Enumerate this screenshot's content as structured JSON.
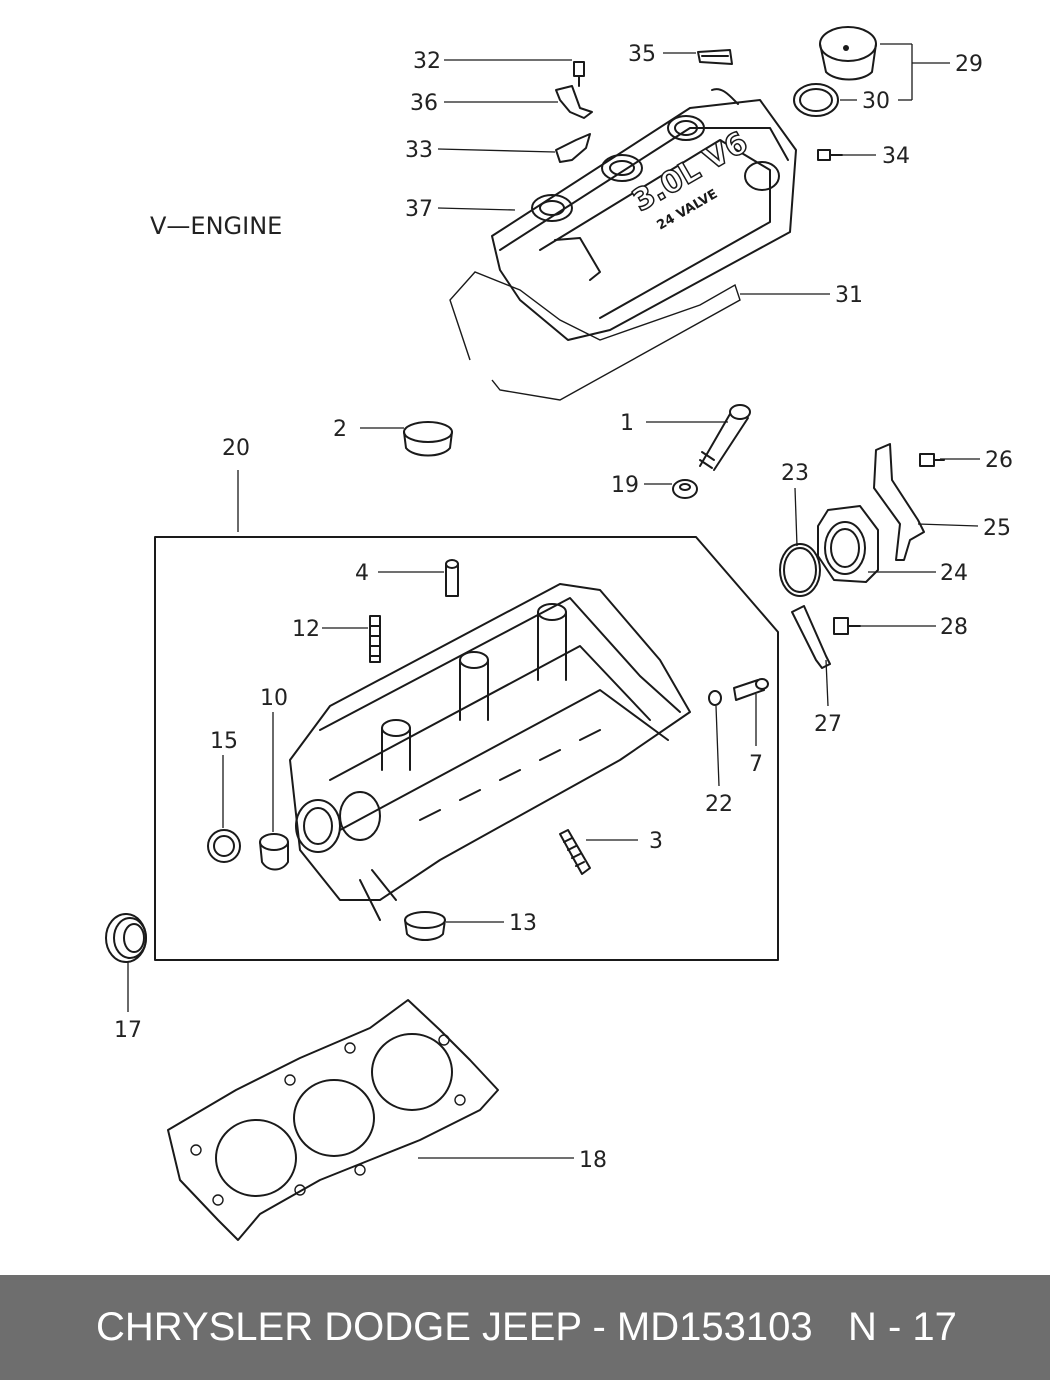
{
  "diagram": {
    "engine_label": "V—ENGINE",
    "cover_text_main": "3.0L V6",
    "cover_text_sub": "24 VALVE",
    "callouts": [
      {
        "id": "c32",
        "text": "32"
      },
      {
        "id": "c36",
        "text": "36"
      },
      {
        "id": "c33",
        "text": "33"
      },
      {
        "id": "c37",
        "text": "37"
      },
      {
        "id": "c35",
        "text": "35"
      },
      {
        "id": "c29",
        "text": "29"
      },
      {
        "id": "c30",
        "text": "30"
      },
      {
        "id": "c34",
        "text": "34"
      },
      {
        "id": "c31",
        "text": "31"
      },
      {
        "id": "c2",
        "text": "2"
      },
      {
        "id": "c1",
        "text": "1"
      },
      {
        "id": "c19",
        "text": "19"
      },
      {
        "id": "c20",
        "text": "20"
      },
      {
        "id": "c23",
        "text": "23"
      },
      {
        "id": "c26",
        "text": "26"
      },
      {
        "id": "c25",
        "text": "25"
      },
      {
        "id": "c24",
        "text": "24"
      },
      {
        "id": "c28",
        "text": "28"
      },
      {
        "id": "c27",
        "text": "27"
      },
      {
        "id": "c4",
        "text": "4"
      },
      {
        "id": "c12",
        "text": "12"
      },
      {
        "id": "c10",
        "text": "10"
      },
      {
        "id": "c15",
        "text": "15"
      },
      {
        "id": "c7",
        "text": "7"
      },
      {
        "id": "c22",
        "text": "22"
      },
      {
        "id": "c3",
        "text": "3"
      },
      {
        "id": "c13",
        "text": "13"
      },
      {
        "id": "c17",
        "text": "17"
      },
      {
        "id": "c18",
        "text": "18"
      }
    ]
  },
  "footer": {
    "brand_part": "CHRYSLER DODGE JEEP - MD153103",
    "page_ref": "N - 17"
  }
}
